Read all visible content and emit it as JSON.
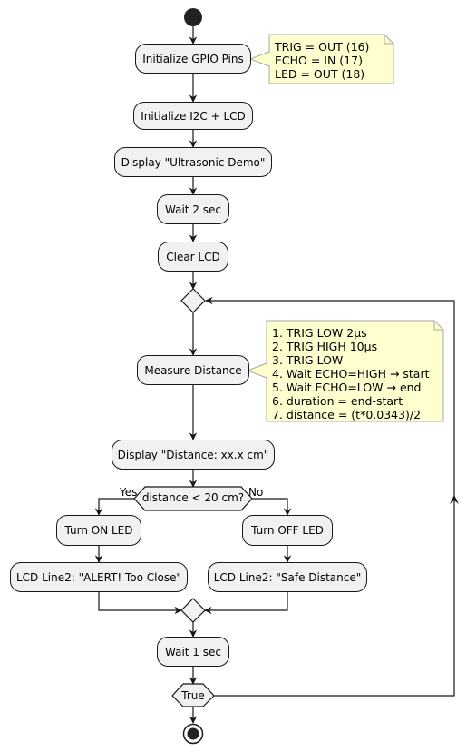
{
  "diagram": {
    "colors": {
      "node_fill": "#f1f1f1",
      "line": "#181818",
      "note_fill": "#fefece",
      "note_border": "#a8a8a8"
    },
    "nodes": {
      "init_gpio": "Initialize GPIO Pins",
      "init_i2c": "Initialize I2C + LCD",
      "display_demo": "Display \"Ultrasonic Demo\"",
      "wait_2": "Wait 2 sec",
      "clear_lcd": "Clear LCD",
      "measure": "Measure Distance",
      "display_distance": "Display \"Distance: xx.x cm\"",
      "turn_on": "Turn ON LED",
      "turn_off": "Turn OFF LED",
      "lcd_alert": "LCD Line2: \"ALERT! Too Close\"",
      "lcd_safe": "LCD Line2: \"Safe Distance\"",
      "wait_1": "Wait 1 sec"
    },
    "decision": {
      "condition": "distance < 20 cm?",
      "yes": "Yes",
      "no": "No",
      "repeat_condition": "True"
    },
    "notes": {
      "gpio": [
        "TRIG = OUT (16)",
        "ECHO = IN (17)",
        "LED = OUT (18)"
      ],
      "measure": [
        "1. TRIG LOW 2µs",
        "2. TRIG HIGH 10µs",
        "3. TRIG LOW",
        "4. Wait ECHO=HIGH → start",
        "5. Wait ECHO=LOW → end",
        "6. duration = end-start",
        "7. distance = (t*0.0343)/2"
      ]
    }
  }
}
